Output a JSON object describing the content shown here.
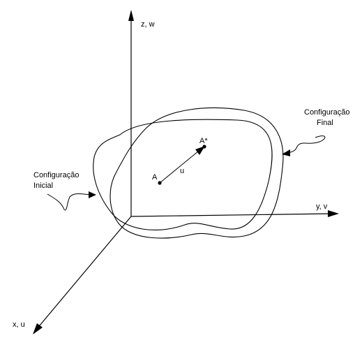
{
  "axes": {
    "z_label": "z, w",
    "y_label": "y, v",
    "x_label": "x, u"
  },
  "points": {
    "initial_label": "A",
    "final_label": "A*"
  },
  "displacement": {
    "label": "u"
  },
  "callouts": {
    "final_line1": "Configuração",
    "final_line2": "Final",
    "initial_line1": "Configuração",
    "initial_line2": "Inicial"
  }
}
